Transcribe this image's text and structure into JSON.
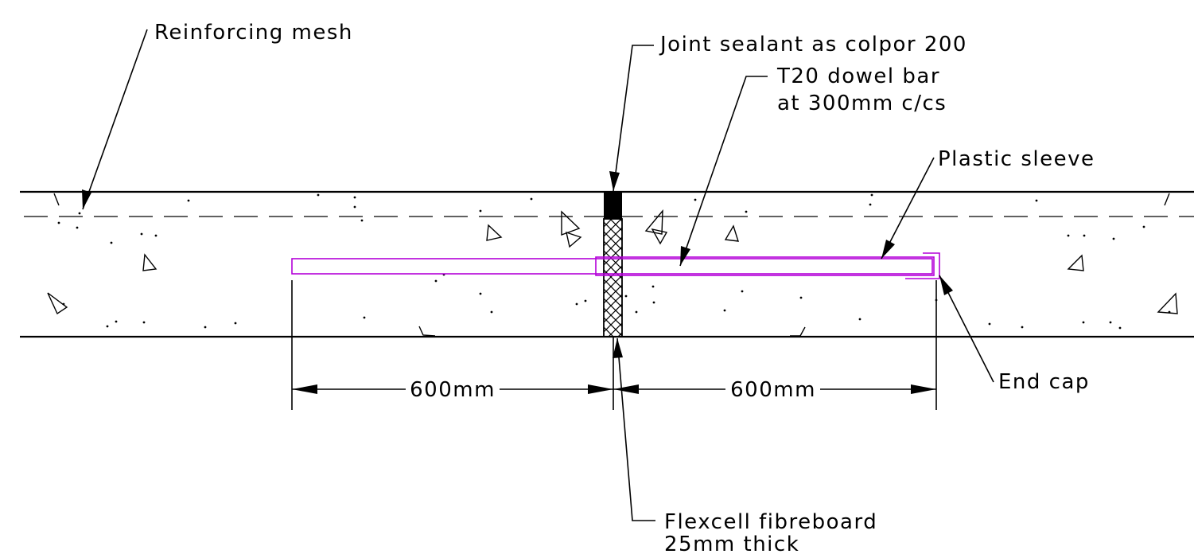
{
  "labels": {
    "reinforcing_mesh": "Reinforcing mesh",
    "joint_sealant": "Joint sealant as colpor 200",
    "dowel_bar_line1": "T20 dowel bar",
    "dowel_bar_line2": "at 300mm c/cs",
    "plastic_sleeve": "Plastic sleeve",
    "end_cap": "End cap",
    "fibreboard_line1": "Flexcell fibreboard",
    "fibreboard_line2": "25mm thick"
  },
  "dimensions": {
    "left": "600mm",
    "right": "600mm"
  },
  "colors": {
    "linework": "#000000",
    "dowel_and_sleeve": "#b400d8",
    "background": "#ffffff"
  }
}
